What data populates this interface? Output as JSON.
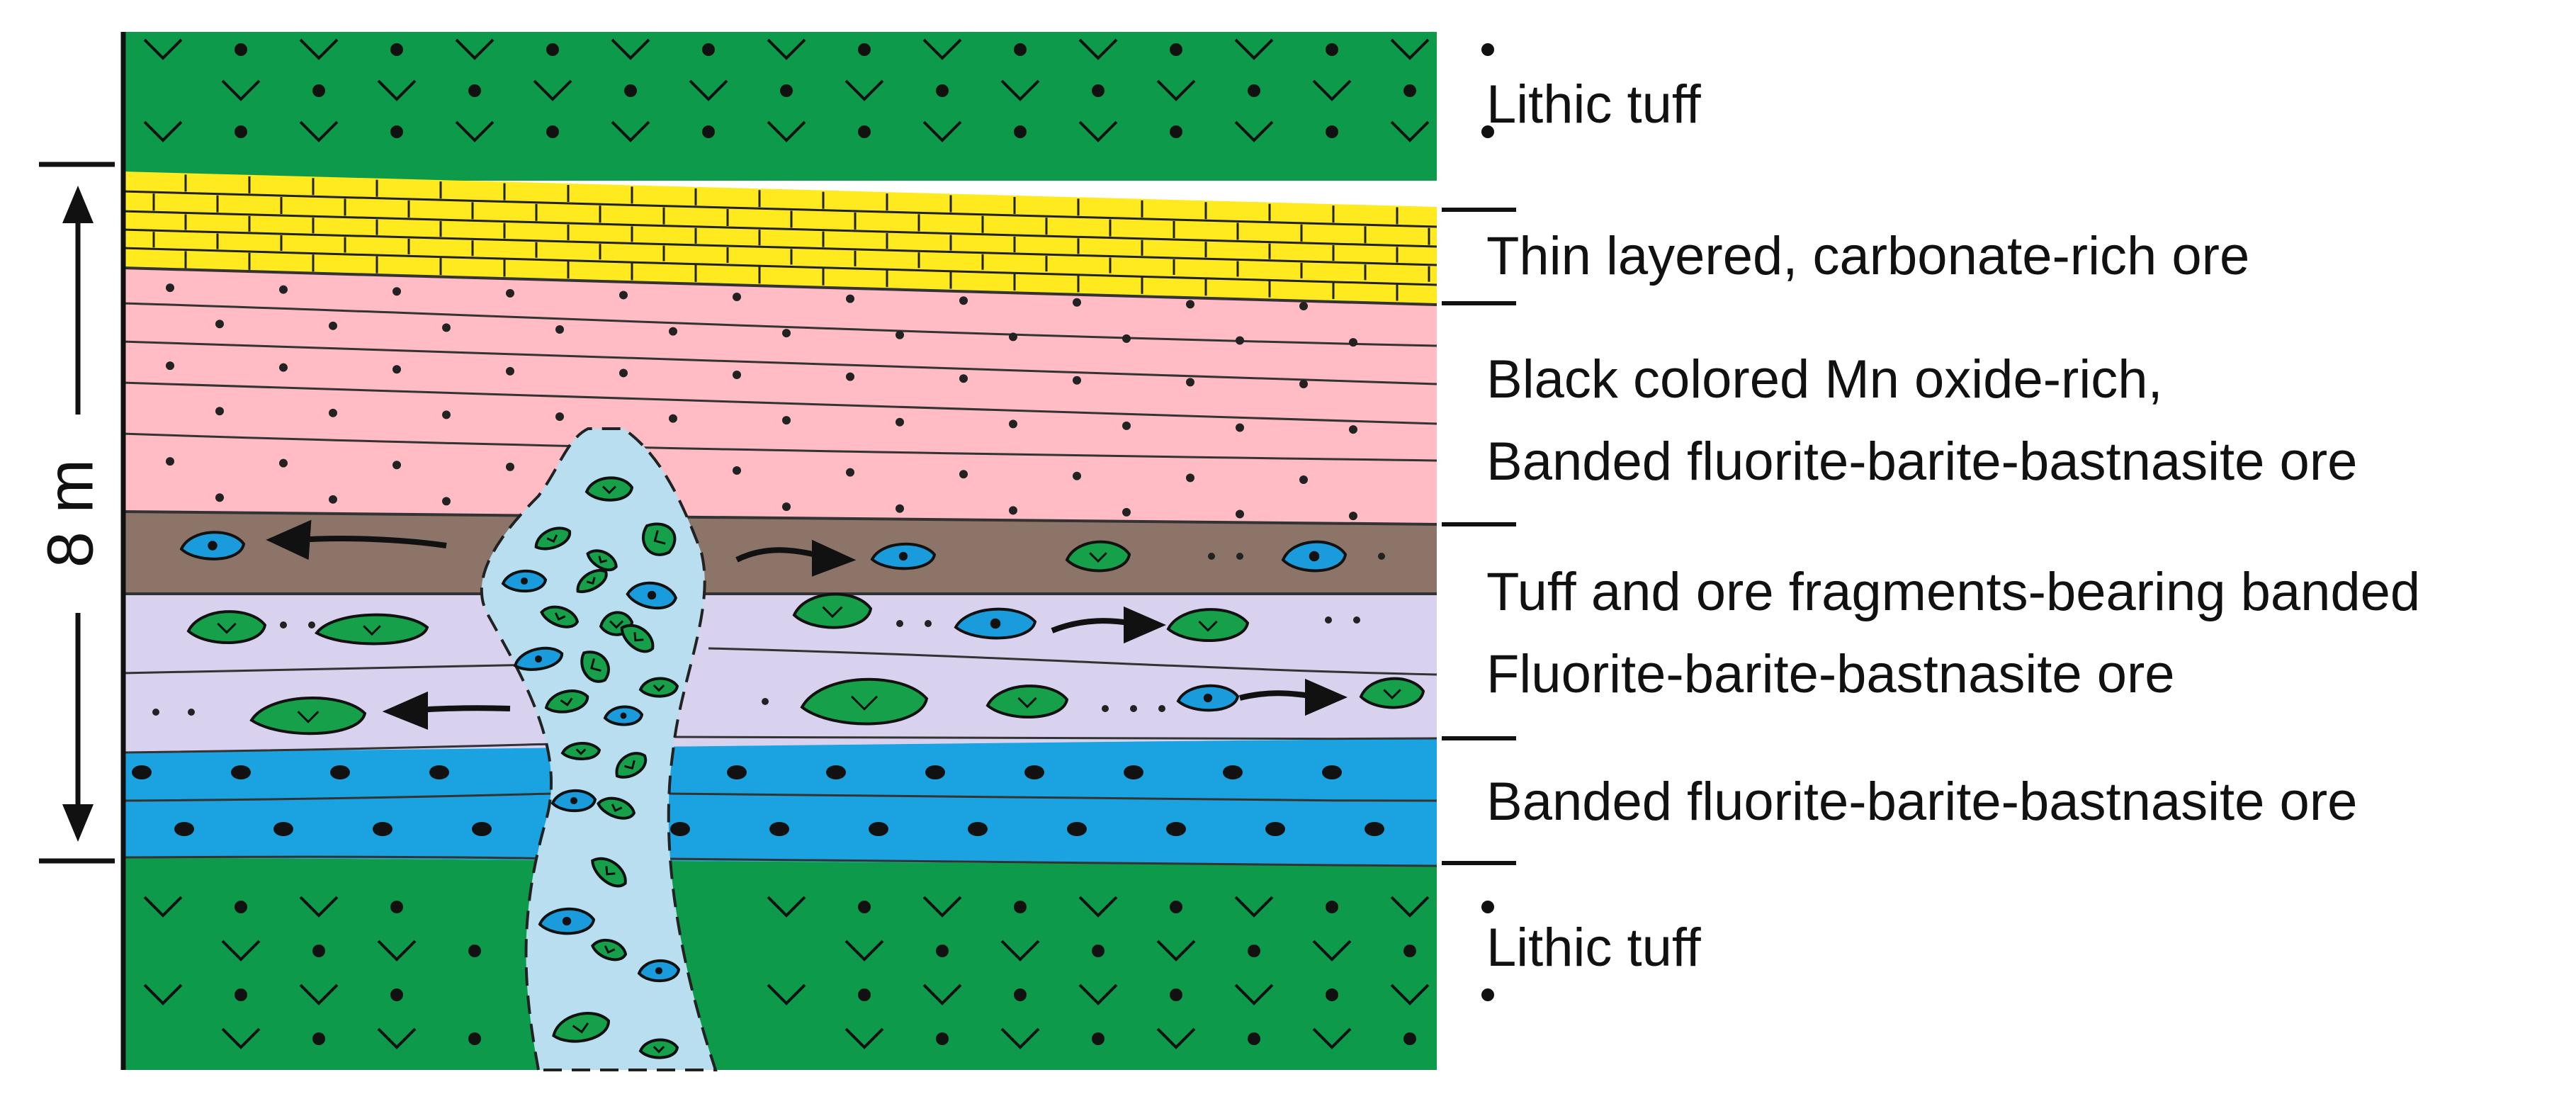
{
  "scale": {
    "label": "8 m"
  },
  "labels": {
    "lithic_tuff_top": "Lithic tuff",
    "carbonate_ore": "Thin layered, carbonate-rich ore",
    "mn_oxide_line1": "Black colored Mn oxide-rich,",
    "mn_oxide_line2": "Banded fluorite-barite-bastnasite ore",
    "tuff_fragments_line1": "Tuff and ore fragments-bearing banded",
    "tuff_fragments_line2": "Fluorite-barite-bastnasite ore",
    "banded_ore": "Banded fluorite-barite-bastnasite ore",
    "lithic_tuff_bottom": "Lithic tuff"
  },
  "colors": {
    "lithic_tuff": "#0d9a4a",
    "carbonate": "#ffea1f",
    "pink_ore": "#ffbcc4",
    "mn_oxide": "#8c7468",
    "lavender": "#d8d2ee",
    "blue_ore": "#1aa3e0",
    "breccia": "#b8def0",
    "clast_green": "#16a049",
    "clast_blue": "#1a9cdc"
  }
}
